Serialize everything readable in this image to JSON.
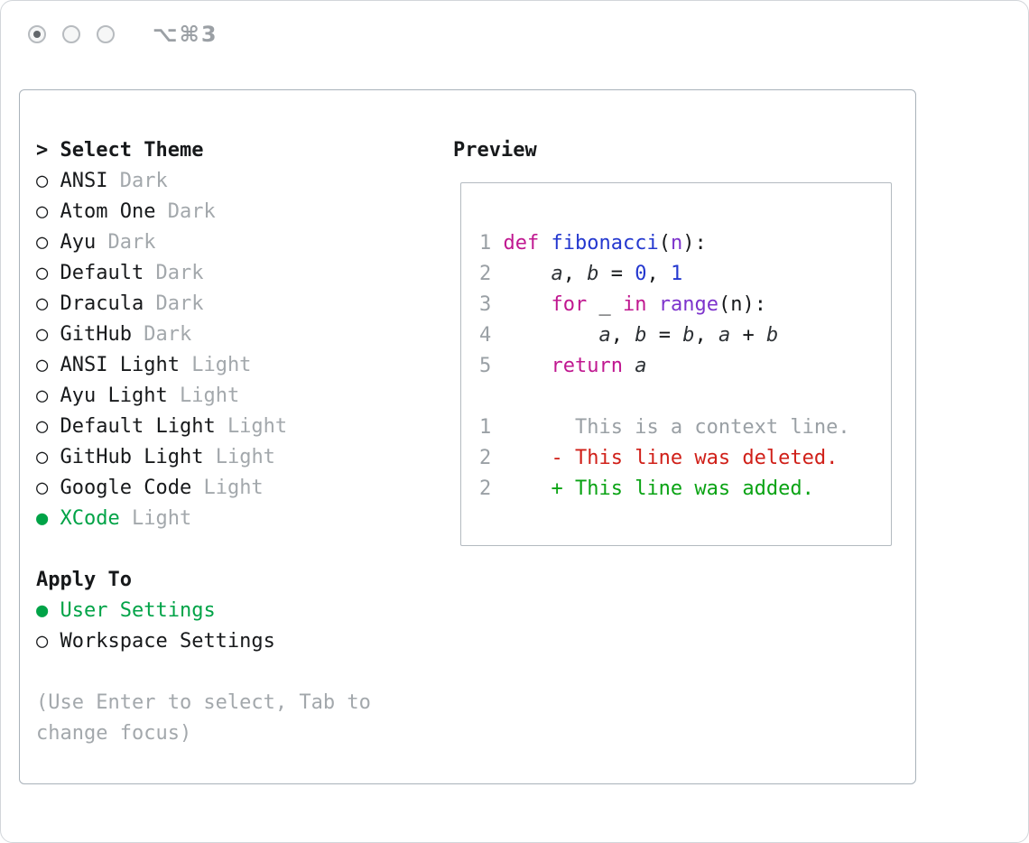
{
  "window": {
    "shortcut_label": "⌥⌘3"
  },
  "selector": {
    "title_prefix": ">",
    "title": "Select Theme",
    "themes": [
      {
        "name": "ANSI",
        "variant": "Dark",
        "selected": false
      },
      {
        "name": "Atom One",
        "variant": "Dark",
        "selected": false
      },
      {
        "name": "Ayu",
        "variant": "Dark",
        "selected": false
      },
      {
        "name": "Default",
        "variant": "Dark",
        "selected": false
      },
      {
        "name": "Dracula",
        "variant": "Dark",
        "selected": false
      },
      {
        "name": "GitHub",
        "variant": "Dark",
        "selected": false
      },
      {
        "name": "ANSI Light",
        "variant": "Light",
        "selected": false
      },
      {
        "name": "Ayu Light",
        "variant": "Light",
        "selected": false
      },
      {
        "name": "Default Light",
        "variant": "Light",
        "selected": false
      },
      {
        "name": "GitHub Light",
        "variant": "Light",
        "selected": false
      },
      {
        "name": "Google Code",
        "variant": "Light",
        "selected": false
      },
      {
        "name": "XCode",
        "variant": "Light",
        "selected": true
      }
    ],
    "apply_to": {
      "title": "Apply To",
      "options": [
        {
          "name": "User Settings",
          "selected": true
        },
        {
          "name": "Workspace Settings",
          "selected": false
        }
      ]
    },
    "hint": "(Use Enter to select, Tab to change focus)"
  },
  "preview": {
    "title": "Preview",
    "lines": [
      {
        "num": "1",
        "tokens": [
          {
            "text": "def",
            "style": "kw"
          },
          {
            "text": " "
          },
          {
            "text": "fibonacci",
            "style": "fn"
          },
          {
            "text": "("
          },
          {
            "text": "n",
            "style": "pm"
          },
          {
            "text": "):"
          }
        ]
      },
      {
        "num": "2",
        "tokens": [
          {
            "text": "    "
          },
          {
            "text": "a",
            "style": "vr"
          },
          {
            "text": ", "
          },
          {
            "text": "b",
            "style": "vr"
          },
          {
            "text": " = "
          },
          {
            "text": "0",
            "style": "nm"
          },
          {
            "text": ", "
          },
          {
            "text": "1",
            "style": "nm"
          }
        ]
      },
      {
        "num": "3",
        "tokens": [
          {
            "text": "    "
          },
          {
            "text": "for",
            "style": "kw"
          },
          {
            "text": " _ "
          },
          {
            "text": "in",
            "style": "kw"
          },
          {
            "text": " "
          },
          {
            "text": "range",
            "style": "pm"
          },
          {
            "text": "("
          },
          {
            "text": "n"
          },
          {
            "text": "):"
          }
        ]
      },
      {
        "num": "4",
        "tokens": [
          {
            "text": "        "
          },
          {
            "text": "a",
            "style": "vr"
          },
          {
            "text": ", "
          },
          {
            "text": "b",
            "style": "vr"
          },
          {
            "text": " = "
          },
          {
            "text": "b",
            "style": "vr"
          },
          {
            "text": ", "
          },
          {
            "text": "a",
            "style": "vr"
          },
          {
            "text": " + "
          },
          {
            "text": "b",
            "style": "vr"
          }
        ]
      },
      {
        "num": "5",
        "tokens": [
          {
            "text": "    "
          },
          {
            "text": "return",
            "style": "kw"
          },
          {
            "text": " "
          },
          {
            "text": "a",
            "style": "vr"
          }
        ]
      },
      {
        "num": "",
        "tokens": []
      },
      {
        "num": "1",
        "kind": "diff",
        "tokens": [
          {
            "text": "      This is a context line.",
            "style": "ctx"
          }
        ]
      },
      {
        "num": "2",
        "kind": "diff",
        "tokens": [
          {
            "text": "    - This line was deleted.",
            "style": "del"
          }
        ]
      },
      {
        "num": "2",
        "kind": "diff",
        "tokens": [
          {
            "text": "    + This line was added.",
            "style": "add"
          }
        ]
      }
    ]
  },
  "colors": {
    "accent_green": "#00a347",
    "diff_added_green": "#0aa314",
    "diff_removed_red": "#d02019",
    "keyword_magenta": "#c01890",
    "function_blue": "#2438cf",
    "number_blue": "#2438cf",
    "builtin_purple": "#7d33cc",
    "muted_gray": "#a3a8ac",
    "line_number_gray": "#9aa0a5"
  }
}
